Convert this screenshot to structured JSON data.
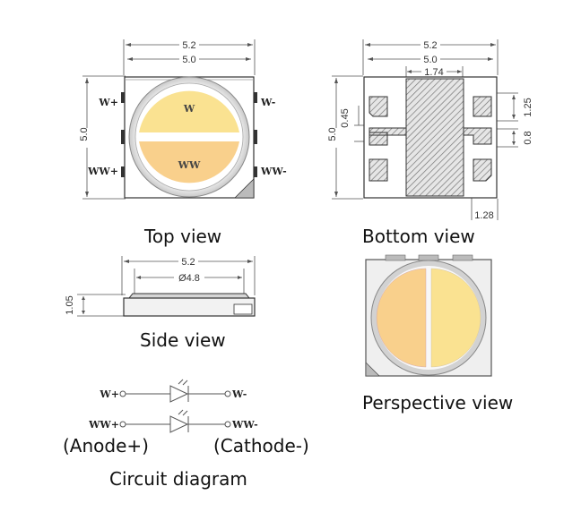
{
  "captions": {
    "top_view": "Top view",
    "bottom_view": "Bottom view",
    "side_view": "Side view",
    "perspective_view": "Perspective view",
    "circuit_diagram": "Circuit diagram",
    "anode": "(Anode+)",
    "cathode": "(Cathode-)"
  },
  "top_view": {
    "width_outer": "5.2",
    "width_inner": "5.0",
    "height": "5.0",
    "pin_w_plus": "W+",
    "pin_w_minus": "W-",
    "pin_ww_plus": "WW+",
    "pin_ww_minus": "WW-",
    "chip_w": "W",
    "chip_ww": "WW"
  },
  "bottom_view": {
    "width_outer": "5.2",
    "width_inner": "5.0",
    "pad_width": "1.74",
    "height": "5.0",
    "gap": "0.45",
    "pad_height": "1.25",
    "pad_gap": "0.8",
    "pad_foot": "1.28"
  },
  "side_view": {
    "width": "5.2",
    "diameter": "Ø4.8",
    "height": "1.05"
  },
  "circuit": {
    "w_plus": "W+",
    "w_minus": "W-",
    "ww_plus": "WW+",
    "ww_minus": "WW-"
  },
  "colors": {
    "chip_warm": "#fae291",
    "chip_ww": "#f9d08c",
    "pcb": "#efefef",
    "hatch_pad": "#8a8a8a"
  }
}
